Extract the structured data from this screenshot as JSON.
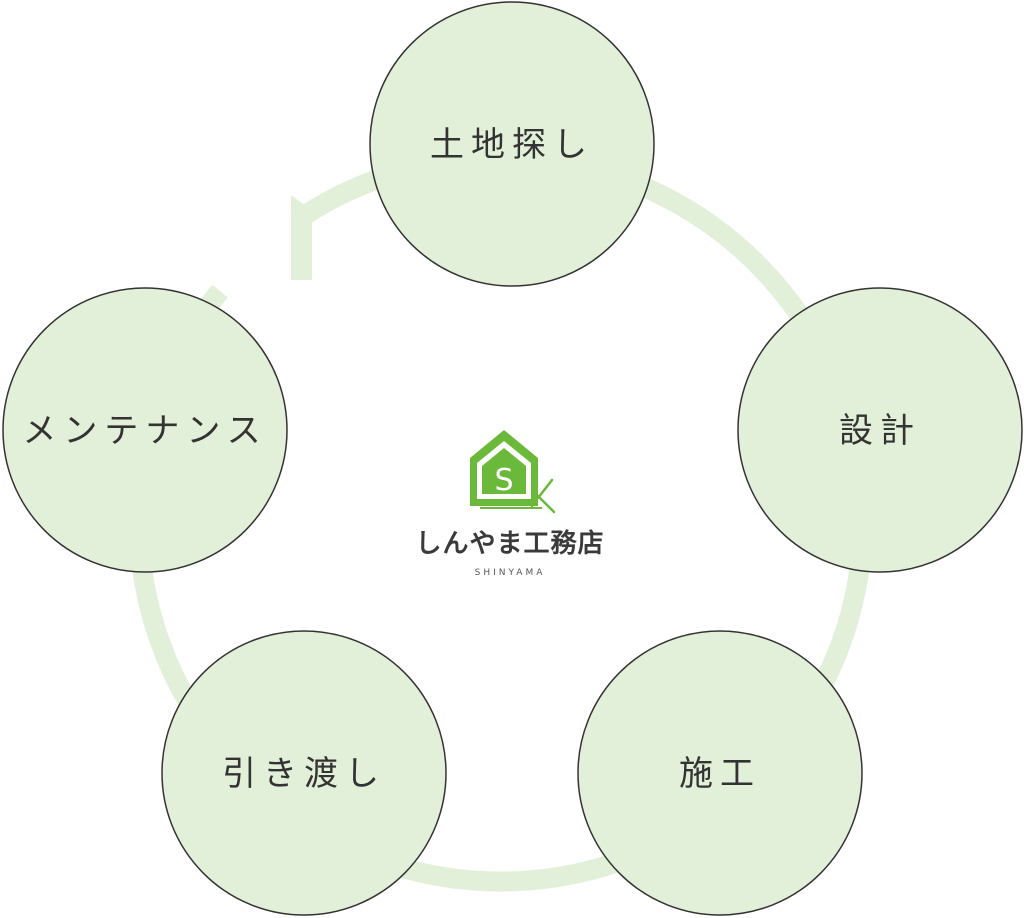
{
  "colors": {
    "ring": "#e2f0d9",
    "circle_fill": "#e2f0d9",
    "circle_stroke": "#333333",
    "logo_green": "#6ab93b",
    "text": "#333333"
  },
  "steps": [
    {
      "id": "land",
      "label": "土地探し"
    },
    {
      "id": "design",
      "label": "設計"
    },
    {
      "id": "construction",
      "label": "施工"
    },
    {
      "id": "handover",
      "label": "引き渡し"
    },
    {
      "id": "maintenance",
      "label": "メンテナンス"
    }
  ],
  "logo": {
    "mark_letters": "SK",
    "name": "しんやま工務店",
    "romaji": "SHINYAMA"
  }
}
